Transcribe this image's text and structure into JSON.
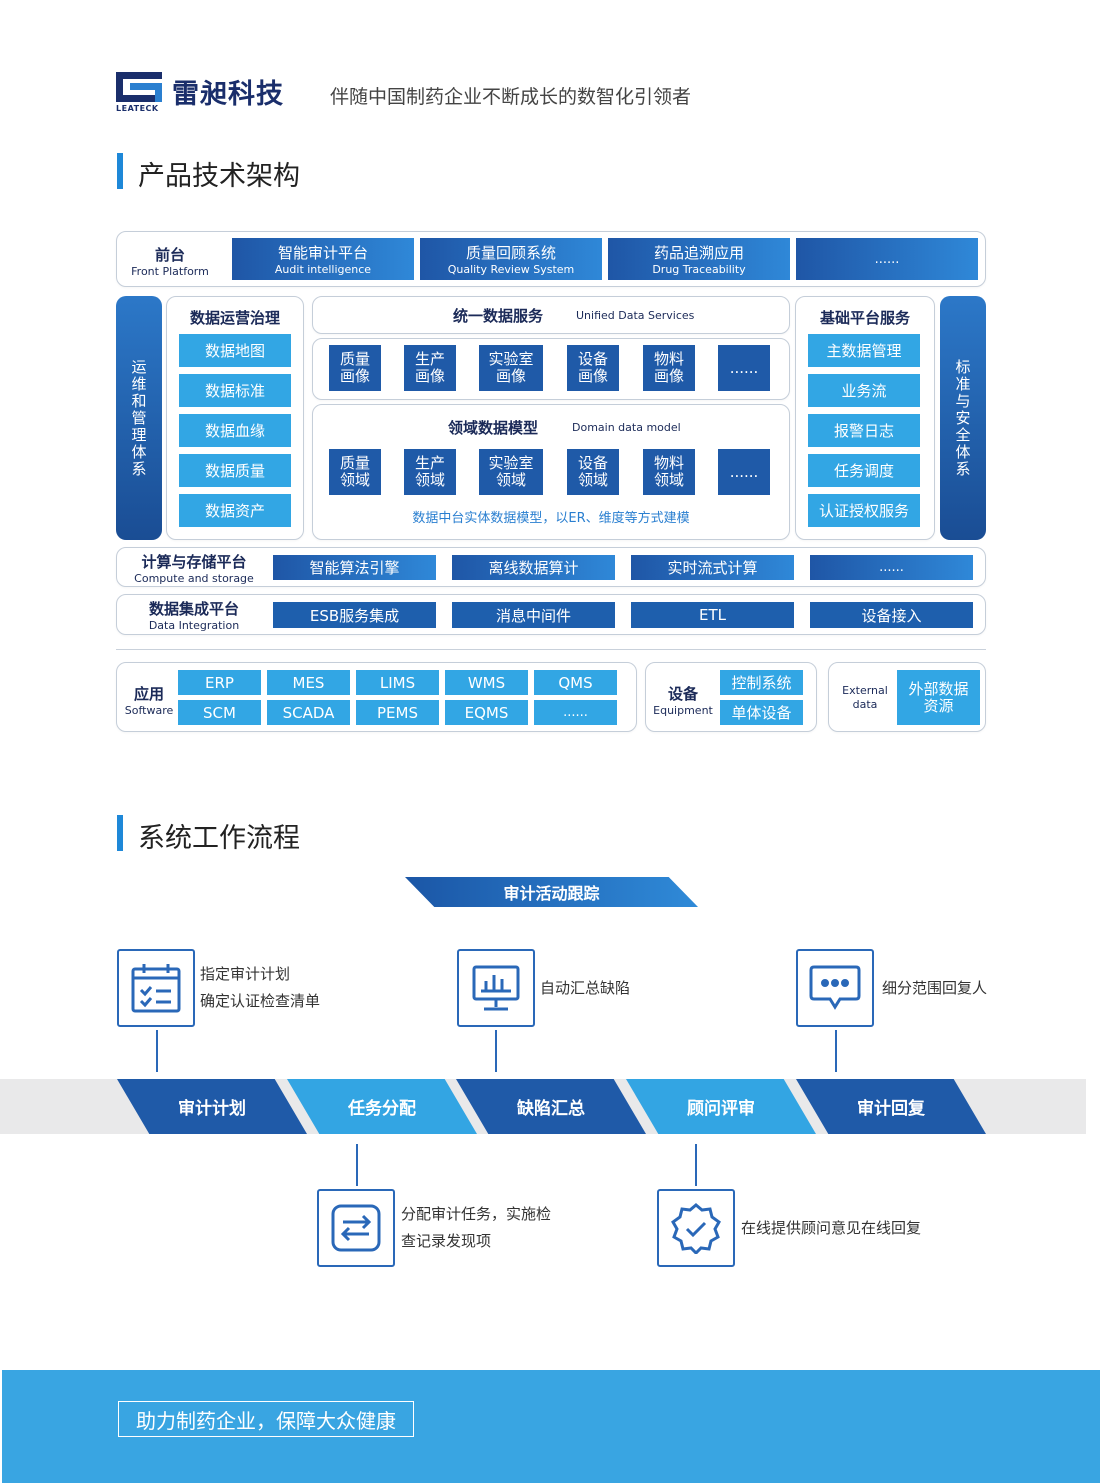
{
  "header": {
    "logo_cn": "雷昶科技",
    "logo_en": "LEATECK",
    "slogan": "伴随中国制药企业不断成长的数智化引领者"
  },
  "section1": {
    "title": "产品技术架构"
  },
  "front": {
    "label_cn": "前台",
    "label_en": "Front Platform",
    "items": [
      {
        "cn": "智能审计平台",
        "en": "Audit intelligence"
      },
      {
        "cn": "质量回顾系统",
        "en": "Quality Review System"
      },
      {
        "cn": "药品追溯应用",
        "en": "Drug Traceability"
      },
      {
        "cn": "......",
        "en": ""
      }
    ]
  },
  "left_bar": "运维和管理体系",
  "right_bar": "标准与安全体系",
  "governance": {
    "title": "数据运营治理",
    "items": [
      "数据地图",
      "数据标准",
      "数据血缘",
      "数据质量",
      "数据资产"
    ]
  },
  "unified": {
    "title_cn": "统一数据服务",
    "title_en": "Unified Data Services",
    "items": [
      "质量\n画像",
      "生产\n画像",
      "实验室\n画像",
      "设备\n画像",
      "物料\n画像",
      "......"
    ]
  },
  "domain": {
    "title_cn": "领域数据模型",
    "title_en": "Domain data model",
    "items": [
      "质量\n领域",
      "生产\n领域",
      "实验室\n领域",
      "设备\n领域",
      "物料\n领域",
      "......"
    ],
    "note": "数据中台实体数据模型，以ER、维度等方式建模"
  },
  "base": {
    "title": "基础平台服务",
    "items": [
      "主数据管理",
      "业务流",
      "报警日志",
      "任务调度",
      "认证授权服务"
    ]
  },
  "compute": {
    "label_cn": "计算与存储平台",
    "label_en": "Compute and storage",
    "items": [
      "智能算法引擎",
      "离线数据算计",
      "实时流式计算",
      "......"
    ]
  },
  "integration": {
    "label_cn": "数据集成平台",
    "label_en": "Data Integration",
    "items": [
      "ESB服务集成",
      "消息中间件",
      "ETL",
      "设备接入"
    ]
  },
  "software": {
    "label_cn": "应用",
    "label_en": "Software",
    "items": [
      "ERP",
      "MES",
      "LIMS",
      "WMS",
      "QMS",
      "SCM",
      "SCADA",
      "PEMS",
      "EQMS",
      "......"
    ]
  },
  "equipment": {
    "label_cn": "设备",
    "label_en": "Equipment",
    "items": [
      "控制系统",
      "单体设备"
    ]
  },
  "external": {
    "label_en": "External\ndata",
    "item": "外部数据\n资源"
  },
  "section2": {
    "title": "系统工作流程"
  },
  "flow": {
    "banner": "审计活动跟踪",
    "stages": [
      "审计计划",
      "任务分配",
      "缺陷汇总",
      "顾问评审",
      "审计回复"
    ],
    "top_notes": [
      {
        "icon": "calendar-checklist-icon",
        "text": "指定审计计划\n确定认证检查清单"
      },
      {
        "icon": "monitor-chart-icon",
        "text": "自动汇总缺陷"
      },
      {
        "icon": "chat-bubble-icon",
        "text": "细分范围回复人"
      }
    ],
    "bottom_notes": [
      {
        "icon": "exchange-arrows-icon",
        "text": "分配审计任务，实施检\n查记录发现项"
      },
      {
        "icon": "verified-badge-icon",
        "text": "在线提供顾问意见在线回复"
      }
    ]
  },
  "footer": {
    "text": "助力制药企业，保障大众健康"
  },
  "colors": {
    "primary": "#1e5fad",
    "accent": "#32a6e4",
    "footer": "#39a5e2",
    "text_dark": "#1b2a58"
  }
}
